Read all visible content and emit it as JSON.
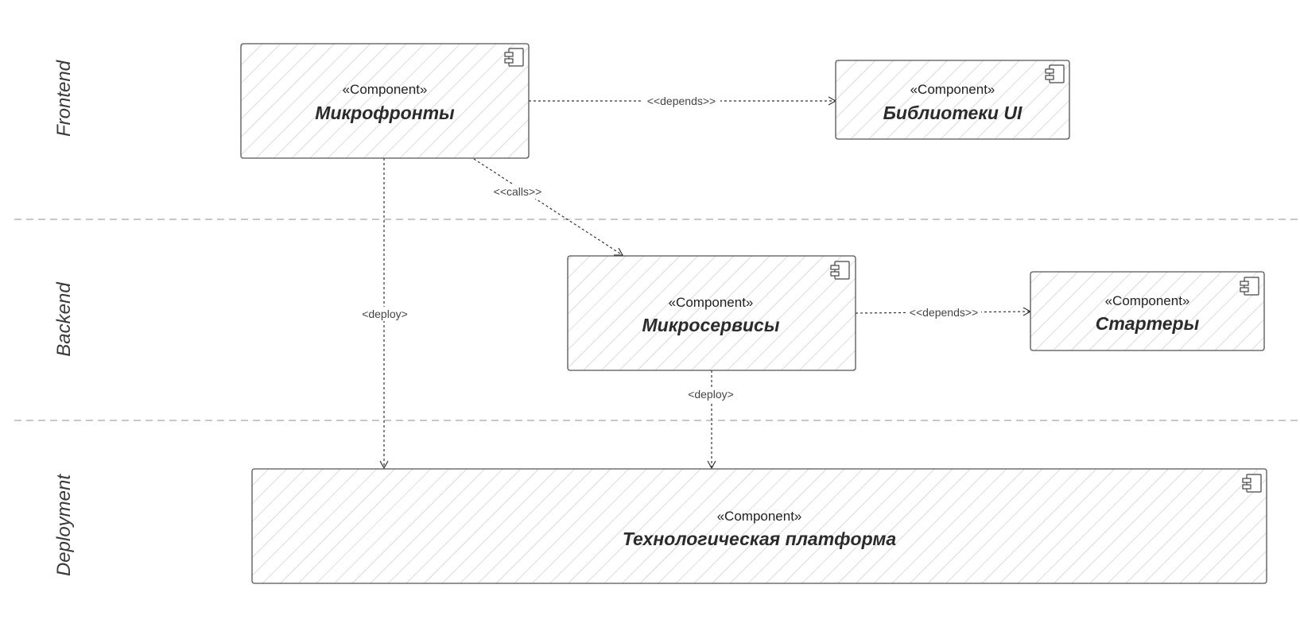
{
  "lanes": [
    {
      "id": "frontend",
      "label": "Frontend"
    },
    {
      "id": "backend",
      "label": "Backend"
    },
    {
      "id": "deployment",
      "label": "Deployment"
    }
  ],
  "components": {
    "microfrontends": {
      "stereotype": "«Component»",
      "name": "Микрофронты"
    },
    "ui_libraries": {
      "stereotype": "«Component»",
      "name": "Библиотеки UI"
    },
    "microservices": {
      "stereotype": "«Component»",
      "name": "Микросервисы"
    },
    "starters": {
      "stereotype": "«Component»",
      "name": "Стартеры"
    },
    "tech_platform": {
      "stereotype": "«Component»",
      "name": "Технологическая платформа"
    }
  },
  "edges": {
    "mf_depends_ui": {
      "label": "<<depends>>",
      "from": "microfrontends",
      "to": "ui_libraries"
    },
    "mf_calls_ms": {
      "label": "<<calls>>",
      "from": "microfrontends",
      "to": "microservices"
    },
    "mf_deploy_tp": {
      "label": "<deploy>",
      "from": "microfrontends",
      "to": "tech_platform"
    },
    "ms_depends_st": {
      "label": "<<depends>>",
      "from": "microservices",
      "to": "starters"
    },
    "ms_deploy_tp": {
      "label": "<deploy>",
      "from": "microservices",
      "to": "tech_platform"
    }
  }
}
